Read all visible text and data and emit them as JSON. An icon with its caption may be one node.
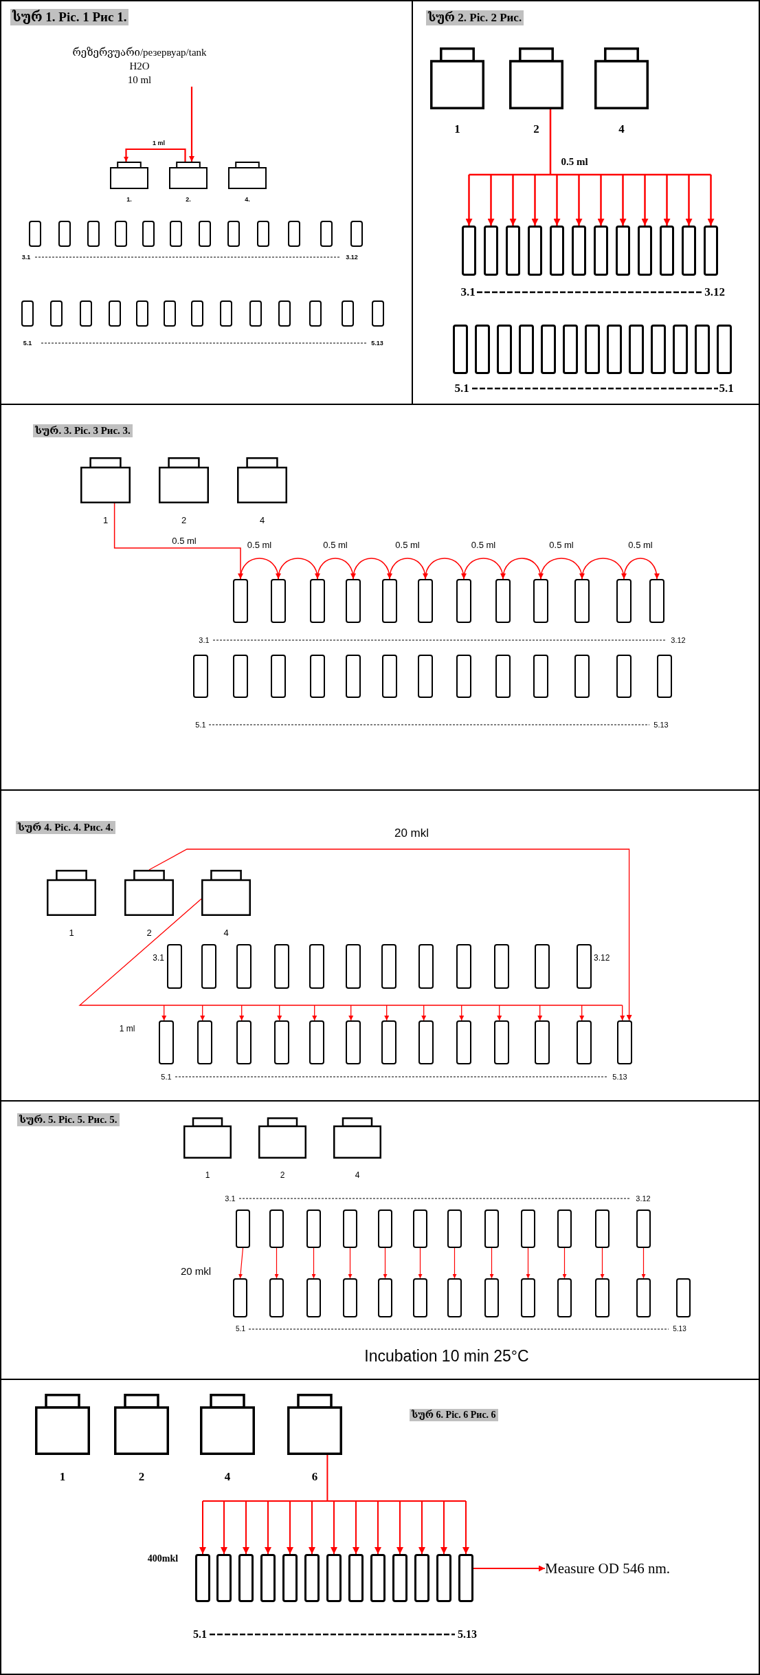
{
  "diagram": {
    "nodes": [
      {
        "text": [
          "სურ 1. Pic. 1 Рис 1."
        ]
      },
      {
        "text": [
          "რეზერვუარი/резервуар/tank",
          "H2O",
          "10 ml"
        ],
        "in": 0
      },
      {
        "text": [
          "1."
        ],
        "in": 0
      },
      {
        "text": [
          "2."
        ],
        "in": 0
      },
      {
        "text": [
          "4."
        ],
        "in": 0
      },
      {
        "text": [],
        "shape": "tube",
        "in": 0
      },
      {
        "text": [],
        "shape": "tube",
        "in": 0
      },
      {
        "text": [],
        "shape": "tube",
        "in": 0
      },
      {
        "text": [],
        "shape": "tube",
        "in": 0
      },
      {
        "text": [],
        "shape": "tube",
        "in": 0
      },
      {
        "text": [],
        "shape": "tube",
        "in": 0
      },
      {
        "text": [],
        "shape": "tube",
        "in": 0
      },
      {
        "text": [],
        "shape": "tube",
        "in": 0
      },
      {
        "text": [],
        "shape": "tube",
        "in": 0
      },
      {
        "text": [],
        "shape": "tube",
        "in": 0
      },
      {
        "text": [],
        "shape": "tube",
        "in": 0
      },
      {
        "text": [],
        "shape": "tube",
        "in": 0
      },
      {
        "text": [],
        "shape": "tube",
        "in": 0
      },
      {
        "text": [],
        "shape": "tube",
        "in": 0
      },
      {
        "text": [],
        "shape": "tube",
        "in": 0
      },
      {
        "text": [],
        "shape": "tube",
        "in": 0
      },
      {
        "text": [],
        "shape": "tube",
        "in": 0
      },
      {
        "text": [],
        "shape": "tube",
        "in": 0
      },
      {
        "text": [],
        "shape": "tube",
        "in": 0
      },
      {
        "text": [],
        "shape": "tube",
        "in": 0
      },
      {
        "text": [],
        "shape": "tube",
        "in": 0
      },
      {
        "text": [],
        "shape": "tube",
        "in": 0
      },
      {
        "text": [],
        "shape": "tube",
        "in": 0
      },
      {
        "text": [],
        "shape": "tube",
        "in": 0
      },
      {
        "text": [],
        "shape": "tube",
        "in": 0
      },
      {
        "text": [
          "სურ 2. Pic. 2 Рис."
        ]
      },
      {
        "text": [
          "1"
        ],
        "in": 30
      },
      {
        "text": [
          "2"
        ],
        "in": 30
      },
      {
        "text": [
          "4"
        ],
        "in": 30
      },
      {
        "text": [],
        "shape": "tube",
        "in": 30
      },
      {
        "text": [],
        "shape": "tube",
        "in": 30
      },
      {
        "text": [],
        "shape": "tube",
        "in": 30
      },
      {
        "text": [],
        "shape": "tube",
        "in": 30
      },
      {
        "text": [],
        "shape": "tube",
        "in": 30
      },
      {
        "text": [],
        "shape": "tube",
        "in": 30
      },
      {
        "text": [],
        "shape": "tube",
        "in": 30
      },
      {
        "text": [],
        "shape": "tube",
        "in": 30
      },
      {
        "text": [],
        "shape": "tube",
        "in": 30
      },
      {
        "text": [],
        "shape": "tube",
        "in": 30
      },
      {
        "text": [],
        "shape": "tube",
        "in": 30
      },
      {
        "text": [],
        "shape": "tube",
        "in": 30
      },
      {
        "text": [],
        "shape": "tube",
        "in": 30
      },
      {
        "text": [],
        "shape": "tube",
        "in": 30
      },
      {
        "text": [],
        "shape": "tube",
        "in": 30
      },
      {
        "text": [],
        "shape": "tube",
        "in": 30
      },
      {
        "text": [],
        "shape": "tube",
        "in": 30
      },
      {
        "text": [],
        "shape": "tube",
        "in": 30
      },
      {
        "text": [],
        "shape": "tube",
        "in": 30
      },
      {
        "text": [],
        "shape": "tube",
        "in": 30
      },
      {
        "text": [],
        "shape": "tube",
        "in": 30
      },
      {
        "text": [],
        "shape": "tube",
        "in": 30
      },
      {
        "text": [],
        "shape": "tube",
        "in": 30
      },
      {
        "text": [],
        "shape": "tube",
        "in": 30
      },
      {
        "text": [],
        "shape": "tube",
        "in": 30
      },
      {
        "text": [
          "სურ. 3. Pic. 3 Рис. 3."
        ]
      },
      {
        "text": [
          "1"
        ],
        "in": 59
      },
      {
        "text": [
          "2"
        ],
        "in": 59
      },
      {
        "text": [
          "4"
        ],
        "in": 59
      },
      {
        "text": [],
        "shape": "tube",
        "in": 59
      },
      {
        "text": [],
        "shape": "tube",
        "in": 59
      },
      {
        "text": [],
        "shape": "tube",
        "in": 59
      },
      {
        "text": [],
        "shape": "tube",
        "in": 59
      },
      {
        "text": [],
        "shape": "tube",
        "in": 59
      },
      {
        "text": [],
        "shape": "tube",
        "in": 59
      },
      {
        "text": [],
        "shape": "tube",
        "in": 59
      },
      {
        "text": [],
        "shape": "tube",
        "in": 59
      },
      {
        "text": [],
        "shape": "tube",
        "in": 59
      },
      {
        "text": [],
        "shape": "tube",
        "in": 59
      },
      {
        "text": [],
        "shape": "tube",
        "in": 59
      },
      {
        "text": [],
        "shape": "tube",
        "in": 59
      },
      {
        "text": [],
        "shape": "tube",
        "in": 59
      },
      {
        "text": [],
        "shape": "tube",
        "in": 59
      },
      {
        "text": [],
        "shape": "tube",
        "in": 59
      },
      {
        "text": [],
        "shape": "tube",
        "in": 59
      },
      {
        "text": [],
        "shape": "tube",
        "in": 59
      },
      {
        "text": [],
        "shape": "tube",
        "in": 59
      },
      {
        "text": [],
        "shape": "tube",
        "in": 59
      },
      {
        "text": [],
        "shape": "tube",
        "in": 59
      },
      {
        "text": [],
        "shape": "tube",
        "in": 59
      },
      {
        "text": [],
        "shape": "tube",
        "in": 59
      },
      {
        "text": [],
        "shape": "tube",
        "in": 59
      },
      {
        "text": [],
        "shape": "tube",
        "in": 59
      },
      {
        "text": [],
        "shape": "tube",
        "in": 59
      },
      {
        "text": [
          "სურ 4. Pic. 4. Рис. 4."
        ]
      },
      {
        "text": [
          "1"
        ],
        "in": 88
      },
      {
        "text": [
          "2"
        ],
        "in": 88
      },
      {
        "text": [
          "4"
        ],
        "in": 88
      },
      {
        "text": [],
        "shape": "tube",
        "in": 88,
        "beside": [
          "3.1"
        ]
      },
      {
        "text": [],
        "shape": "tube",
        "in": 88
      },
      {
        "text": [],
        "shape": "tube",
        "in": 88
      },
      {
        "text": [],
        "shape": "tube",
        "in": 88
      },
      {
        "text": [],
        "shape": "tube",
        "in": 88
      },
      {
        "text": [],
        "shape": "tube",
        "in": 88
      },
      {
        "text": [],
        "shape": "tube",
        "in": 88
      },
      {
        "text": [],
        "shape": "tube",
        "in": 88
      },
      {
        "text": [],
        "shape": "tube",
        "in": 88
      },
      {
        "text": [],
        "shape": "tube",
        "in": 88
      },
      {
        "text": [],
        "shape": "tube",
        "in": 88
      },
      {
        "text": [],
        "shape": "tube",
        "in": 88,
        "beside": [
          "3.12"
        ]
      },
      {
        "text": [],
        "shape": "tube",
        "in": 88
      },
      {
        "text": [],
        "shape": "tube",
        "in": 88
      },
      {
        "text": [],
        "shape": "tube",
        "in": 88
      },
      {
        "text": [],
        "shape": "tube",
        "in": 88
      },
      {
        "text": [],
        "shape": "tube",
        "in": 88
      },
      {
        "text": [],
        "shape": "tube",
        "in": 88
      },
      {
        "text": [],
        "shape": "tube",
        "in": 88
      },
      {
        "text": [],
        "shape": "tube",
        "in": 88
      },
      {
        "text": [],
        "shape": "tube",
        "in": 88
      },
      {
        "text": [],
        "shape": "tube",
        "in": 88
      },
      {
        "text": [],
        "shape": "tube",
        "in": 88
      },
      {
        "text": [],
        "shape": "tube",
        "in": 88
      },
      {
        "text": [],
        "shape": "tube",
        "in": 88
      },
      {
        "text": [
          "სურ. 5. Pic. 5. Рис. 5."
        ]
      },
      {
        "text": [
          "1"
        ],
        "in": 117
      },
      {
        "text": [
          "2"
        ],
        "in": 117
      },
      {
        "text": [
          "4"
        ],
        "in": 117
      },
      {
        "text": [],
        "shape": "tube",
        "in": 117
      },
      {
        "text": [],
        "shape": "tube",
        "in": 117
      },
      {
        "text": [],
        "shape": "tube",
        "in": 117
      },
      {
        "text": [],
        "shape": "tube",
        "in": 117
      },
      {
        "text": [],
        "shape": "tube",
        "in": 117
      },
      {
        "text": [],
        "shape": "tube",
        "in": 117
      },
      {
        "text": [],
        "shape": "tube",
        "in": 117
      },
      {
        "text": [],
        "shape": "tube",
        "in": 117
      },
      {
        "text": [],
        "shape": "tube",
        "in": 117
      },
      {
        "text": [],
        "shape": "tube",
        "in": 117
      },
      {
        "text": [],
        "shape": "tube",
        "in": 117
      },
      {
        "text": [],
        "shape": "tube",
        "in": 117
      },
      {
        "text": [],
        "shape": "tube",
        "in": 117
      },
      {
        "text": [],
        "shape": "tube",
        "in": 117
      },
      {
        "text": [],
        "shape": "tube",
        "in": 117
      },
      {
        "text": [],
        "shape": "tube",
        "in": 117
      },
      {
        "text": [],
        "shape": "tube",
        "in": 117
      },
      {
        "text": [],
        "shape": "tube",
        "in": 117
      },
      {
        "text": [],
        "shape": "tube",
        "in": 117
      },
      {
        "text": [],
        "shape": "tube",
        "in": 117
      },
      {
        "text": [],
        "shape": "tube",
        "in": 117
      },
      {
        "text": [],
        "shape": "tube",
        "in": 117
      },
      {
        "text": [],
        "shape": "tube",
        "in": 117
      },
      {
        "text": [],
        "shape": "tube",
        "in": 117
      },
      {
        "text": [],
        "shape": "tube",
        "in": 117
      },
      {
        "text": [
          "სურ 6. Pic. 6 Рис. 6"
        ]
      },
      {
        "text": [
          "1"
        ],
        "in": 146
      },
      {
        "text": [
          "2"
        ],
        "in": 146
      },
      {
        "text": [
          "4"
        ],
        "in": 146
      },
      {
        "text": [
          "6"
        ],
        "in": 146
      },
      {
        "text": [],
        "shape": "tube",
        "in": 146
      },
      {
        "text": [],
        "shape": "tube",
        "in": 146
      },
      {
        "text": [],
        "shape": "tube",
        "in": 146
      },
      {
        "text": [],
        "shape": "tube",
        "in": 146
      },
      {
        "text": [],
        "shape": "tube",
        "in": 146
      },
      {
        "text": [],
        "shape": "tube",
        "in": 146
      },
      {
        "text": [],
        "shape": "tube",
        "in": 146
      },
      {
        "text": [],
        "shape": "tube",
        "in": 146
      },
      {
        "text": [],
        "shape": "tube",
        "in": 146
      },
      {
        "text": [],
        "shape": "tube",
        "in": 146
      },
      {
        "text": [],
        "shape": "tube",
        "in": 146
      },
      {
        "text": [],
        "shape": "tube",
        "in": 146
      },
      {
        "text": [],
        "shape": "tube",
        "in": 146
      },
      {
        "text": [
          "Measure OD 546 nm."
        ],
        "in": 146
      }
    ],
    "edges": [
      {
        "from": 1,
        "to": 3,
        "arrow": "to"
      },
      {
        "from": 3,
        "to": 2,
        "arrow": "to",
        "label": "1 ml"
      },
      {
        "from": 32,
        "to": 34,
        "arrow": "to",
        "label": "0.5 ml"
      },
      {
        "from": 32,
        "to": 35,
        "arrow": "to"
      },
      {
        "from": 32,
        "to": 36,
        "arrow": "to"
      },
      {
        "from": 32,
        "to": 37,
        "arrow": "to"
      },
      {
        "from": 32,
        "to": 38,
        "arrow": "to"
      },
      {
        "from": 32,
        "to": 39,
        "arrow": "to"
      },
      {
        "from": 32,
        "to": 40,
        "arrow": "to"
      },
      {
        "from": 32,
        "to": 41,
        "arrow": "to"
      },
      {
        "from": 32,
        "to": 42,
        "arrow": "to"
      },
      {
        "from": 32,
        "to": 43,
        "arrow": "to"
      },
      {
        "from": 32,
        "to": 44,
        "arrow": "to"
      },
      {
        "from": 32,
        "to": 45,
        "arrow": "to"
      },
      {
        "from": 60,
        "to": 63,
        "arrow": "to",
        "label": "0.5 ml"
      },
      {
        "from": 63,
        "to": 64,
        "arrow": "to",
        "label": "0.5 ml"
      },
      {
        "from": 64,
        "to": 65,
        "arrow": "to"
      },
      {
        "from": 65,
        "to": 66,
        "arrow": "to",
        "label": "0.5 ml"
      },
      {
        "from": 66,
        "to": 67,
        "arrow": "to"
      },
      {
        "from": 67,
        "to": 68,
        "arrow": "to",
        "label": "0.5 ml"
      },
      {
        "from": 68,
        "to": 69,
        "arrow": "to"
      },
      {
        "from": 69,
        "to": 70,
        "arrow": "to",
        "label": "0.5 ml"
      },
      {
        "from": 70,
        "to": 71,
        "arrow": "to"
      },
      {
        "from": 71,
        "to": 72,
        "arrow": "to",
        "label": "0.5 ml"
      },
      {
        "from": 72,
        "to": 73,
        "arrow": "to"
      },
      {
        "from": 73,
        "to": 74,
        "arrow": "to",
        "label": "0.5 ml"
      },
      {
        "from": 90,
        "to": 116,
        "arrow": "to",
        "label": "20 mkl"
      },
      {
        "from": 91,
        "to": 104,
        "arrow": "to"
      },
      {
        "from": 91,
        "to": 105,
        "arrow": "to"
      },
      {
        "from": 91,
        "to": 106,
        "arrow": "to"
      },
      {
        "from": 91,
        "to": 107,
        "arrow": "to"
      },
      {
        "from": 91,
        "to": 108,
        "arrow": "to"
      },
      {
        "from": 91,
        "to": 109,
        "arrow": "to"
      },
      {
        "from": 91,
        "to": 110,
        "arrow": "to"
      },
      {
        "from": 91,
        "to": 111,
        "arrow": "to"
      },
      {
        "from": 91,
        "to": 112,
        "arrow": "to"
      },
      {
        "from": 91,
        "to": 113,
        "arrow": "to"
      },
      {
        "from": 91,
        "to": 114,
        "arrow": "to"
      },
      {
        "from": 91,
        "to": 115,
        "arrow": "to"
      },
      {
        "from": 91,
        "to": 116,
        "arrow": "to"
      },
      {
        "from": 121,
        "to": 133,
        "arrow": "to"
      },
      {
        "from": 122,
        "to": 134,
        "arrow": "to"
      },
      {
        "from": 123,
        "to": 135,
        "arrow": "to"
      },
      {
        "from": 124,
        "to": 136,
        "arrow": "to"
      },
      {
        "from": 125,
        "to": 137,
        "arrow": "to"
      },
      {
        "from": 126,
        "to": 138,
        "arrow": "to"
      },
      {
        "from": 127,
        "to": 139,
        "arrow": "to"
      },
      {
        "from": 128,
        "to": 140,
        "arrow": "to"
      },
      {
        "from": 129,
        "to": 141,
        "arrow": "to"
      },
      {
        "from": 130,
        "to": 142,
        "arrow": "to"
      },
      {
        "from": 131,
        "to": 143,
        "arrow": "to"
      },
      {
        "from": 132,
        "to": 144,
        "arrow": "to"
      },
      {
        "from": 150,
        "to": 151,
        "arrow": "to"
      },
      {
        "from": 150,
        "to": 152,
        "arrow": "to"
      },
      {
        "from": 150,
        "to": 153,
        "arrow": "to"
      },
      {
        "from": 150,
        "to": 154,
        "arrow": "to"
      },
      {
        "from": 150,
        "to": 155,
        "arrow": "to"
      },
      {
        "from": 150,
        "to": 156,
        "arrow": "to"
      },
      {
        "from": 150,
        "to": 157,
        "arrow": "to"
      },
      {
        "from": 150,
        "to": 158,
        "arrow": "to"
      },
      {
        "from": 150,
        "to": 159,
        "arrow": "to"
      },
      {
        "from": 150,
        "to": 160,
        "arrow": "to"
      },
      {
        "from": 150,
        "to": 161,
        "arrow": "to"
      },
      {
        "from": 150,
        "to": 162,
        "arrow": "to"
      },
      {
        "from": 150,
        "to": 163,
        "arrow": "to"
      },
      {
        "from": 163,
        "to": 164,
        "arrow": "to"
      }
    ],
    "labels": [
      "3.1",
      "3.12",
      "5.1",
      "5.13",
      "3.1",
      "3.12",
      "5.1",
      "5.1",
      "3.1",
      "3.12",
      "5.1",
      "5.13",
      "1 ml",
      "5.1",
      "5.13",
      "3.1",
      "3.12",
      "20 mkl",
      "5.1",
      "5.13",
      "Incubation 10 min 25°C",
      "400mkl",
      "5.1",
      "5.13"
    ]
  }
}
